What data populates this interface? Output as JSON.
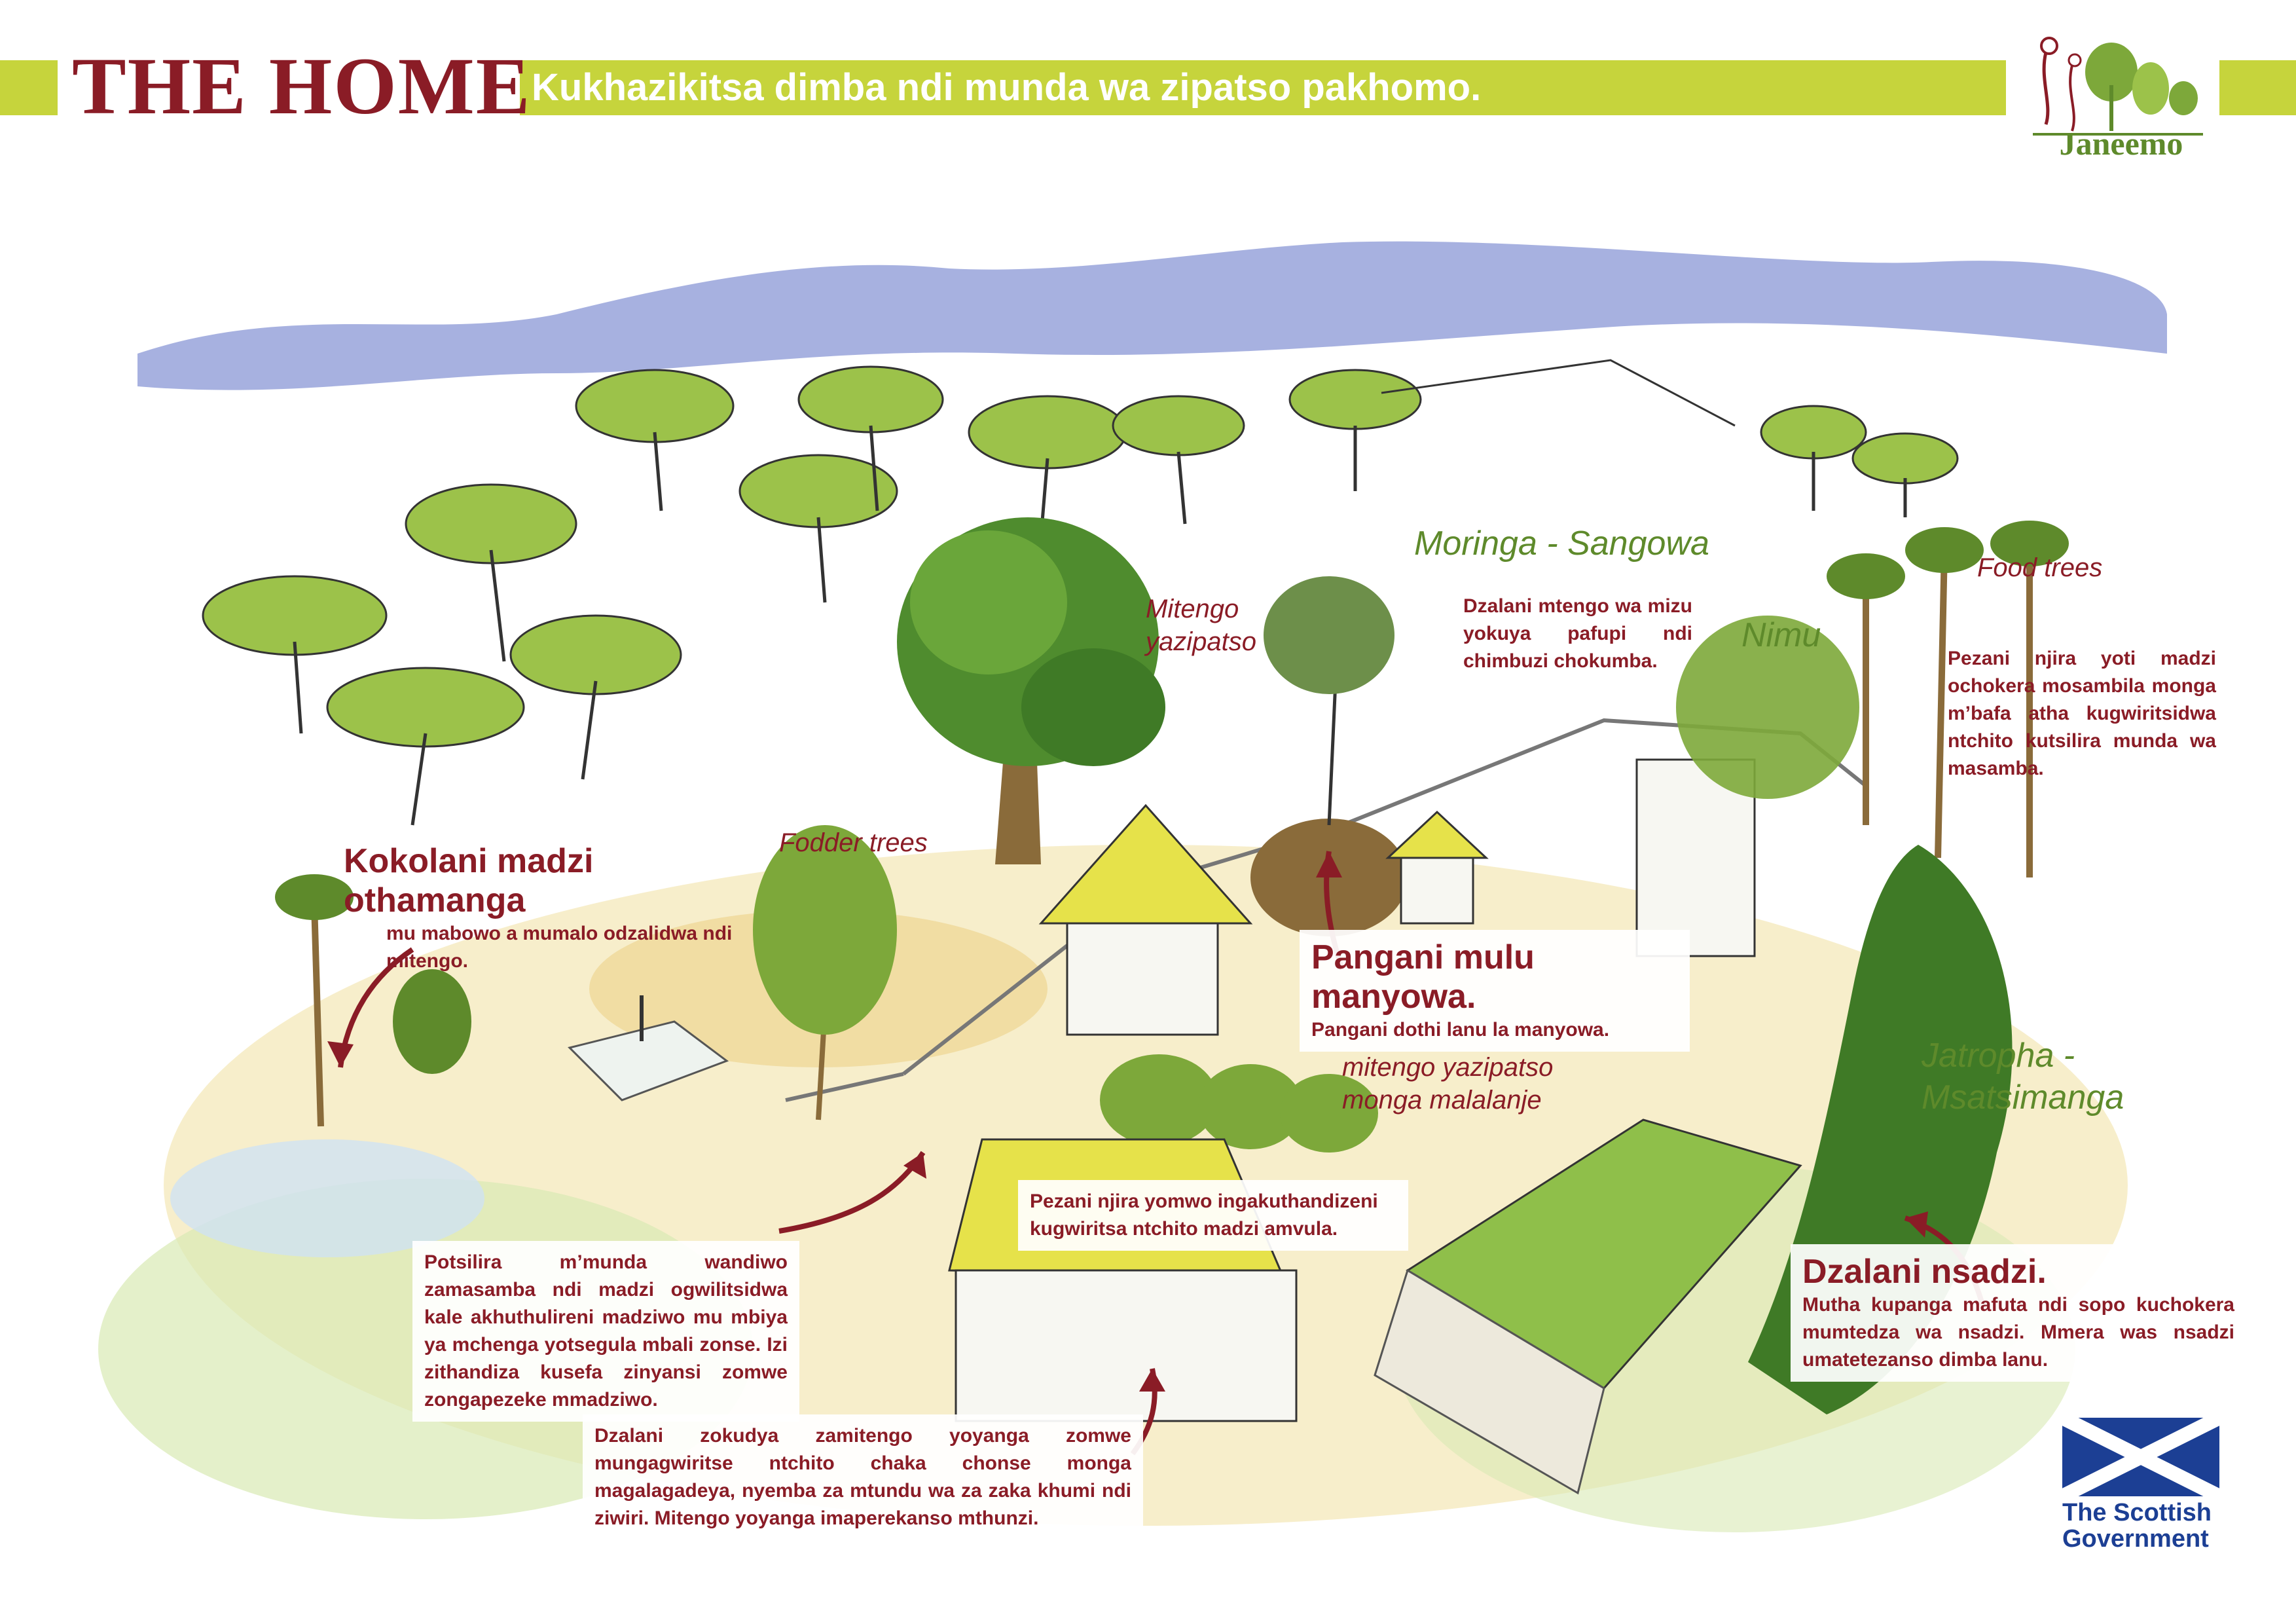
{
  "header": {
    "title": "THE HOME",
    "subtitle": "Kukhazikitsa dimba ndi munda wa zipatso pakhomo.",
    "logo_text": "Janeemo"
  },
  "labels": {
    "moringa": "Moringa - Sangowa",
    "nimu": "Nimu",
    "food_trees": "Food trees",
    "mitengo_yazipatso_1": "Mitengo",
    "mitengo_yazipatso_2": "yazipatso",
    "fodder_trees": "Fodder trees",
    "mitengo_malalanje_1": "mitengo yazipatso",
    "mitengo_malalanje_2": "monga malalanje",
    "jatropha_1": "Jatropha -",
    "jatropha_2": "Msatsimanga"
  },
  "callouts": {
    "kokolani_title": "Kokolani madzi othamanga",
    "kokolani_text": "mu mabowo a mumalo odzalidwa ndi mitengo.",
    "moringa_text": "Dzalani mtengo wa mizu yokuya pafupi ndi chimbuzi chokumba.",
    "food_trees_text": "Pezani njira yoti madzi ochokera mosambila monga m’bafa atha kugwiritsidwa ntchito kutsilira munda wa masamba.",
    "pangani_title": "Pangani mulu manyowa.",
    "pangani_text": "Pangani dothi lanu la manyowa.",
    "pezani_text": "Pezani njira yomwo ingakuthandizeni kugwiritsa ntchito madzi amvula.",
    "potsilira_text": "Potsilira m’munda wandiwo zamasamba ndi madzi ogwilitsidwa kale akhuthulireni madziwo mu mbiya ya mchenga yotsegula mbali zonse. Izi zithandiza kusefa zinyansi zomwe zongapezeke mmadziwo.",
    "dzalani_zokudya_text": "Dzalani zokudya zamitengo yoyanga zomwe mungagwiritse ntchito chaka chonse monga magalagadeya, nyemba za mtundu wa za zaka khumi ndi ziwiri. Mitengo yoyanga imaperekanso mthunzi.",
    "nsadzi_title": "Dzalani nsadzi.",
    "nsadzi_text": "Mutha kupanga mafuta ndi sopo kuchokera mumtedza wa nsadzi. Mmera was nsadzi umatetezanso dimba lanu."
  },
  "funder": {
    "line1": "The Scottish",
    "line2": "Government"
  },
  "colors": {
    "header_bar": "#c6d43c",
    "title_red": "#8a1c26",
    "label_green": "#5e8a2b",
    "sky_blue": "#7f8fd0",
    "saltire_blue": "#1c3f94"
  }
}
